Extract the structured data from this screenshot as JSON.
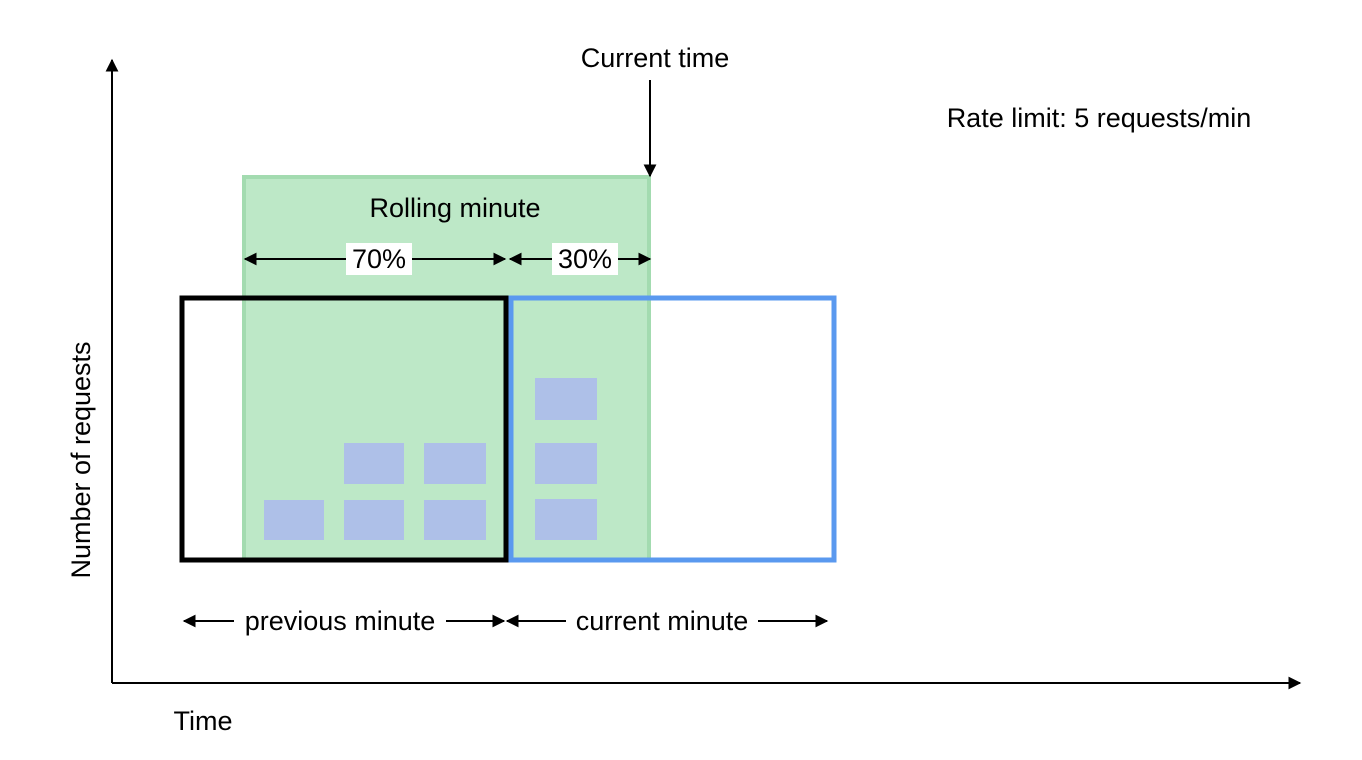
{
  "axes": {
    "x_label": "Time",
    "y_label": "Number of requests"
  },
  "annotations": {
    "current_time": "Current time",
    "rate_limit": "Rate limit: 5 requests/min",
    "rolling_window": "Rolling minute",
    "previous_share": "70%",
    "current_share": "30%",
    "previous_window": "previous minute",
    "current_window": "current minute"
  },
  "request_counts": {
    "previous_minute": 5,
    "current_minute": 3
  },
  "colors": {
    "rolling_window_fill": "#bde8c7",
    "rolling_window_border": "#a3dbb0",
    "request_block": "#aec0e8",
    "previous_minute_border": "#000000",
    "current_minute_border": "#5a99ef"
  }
}
